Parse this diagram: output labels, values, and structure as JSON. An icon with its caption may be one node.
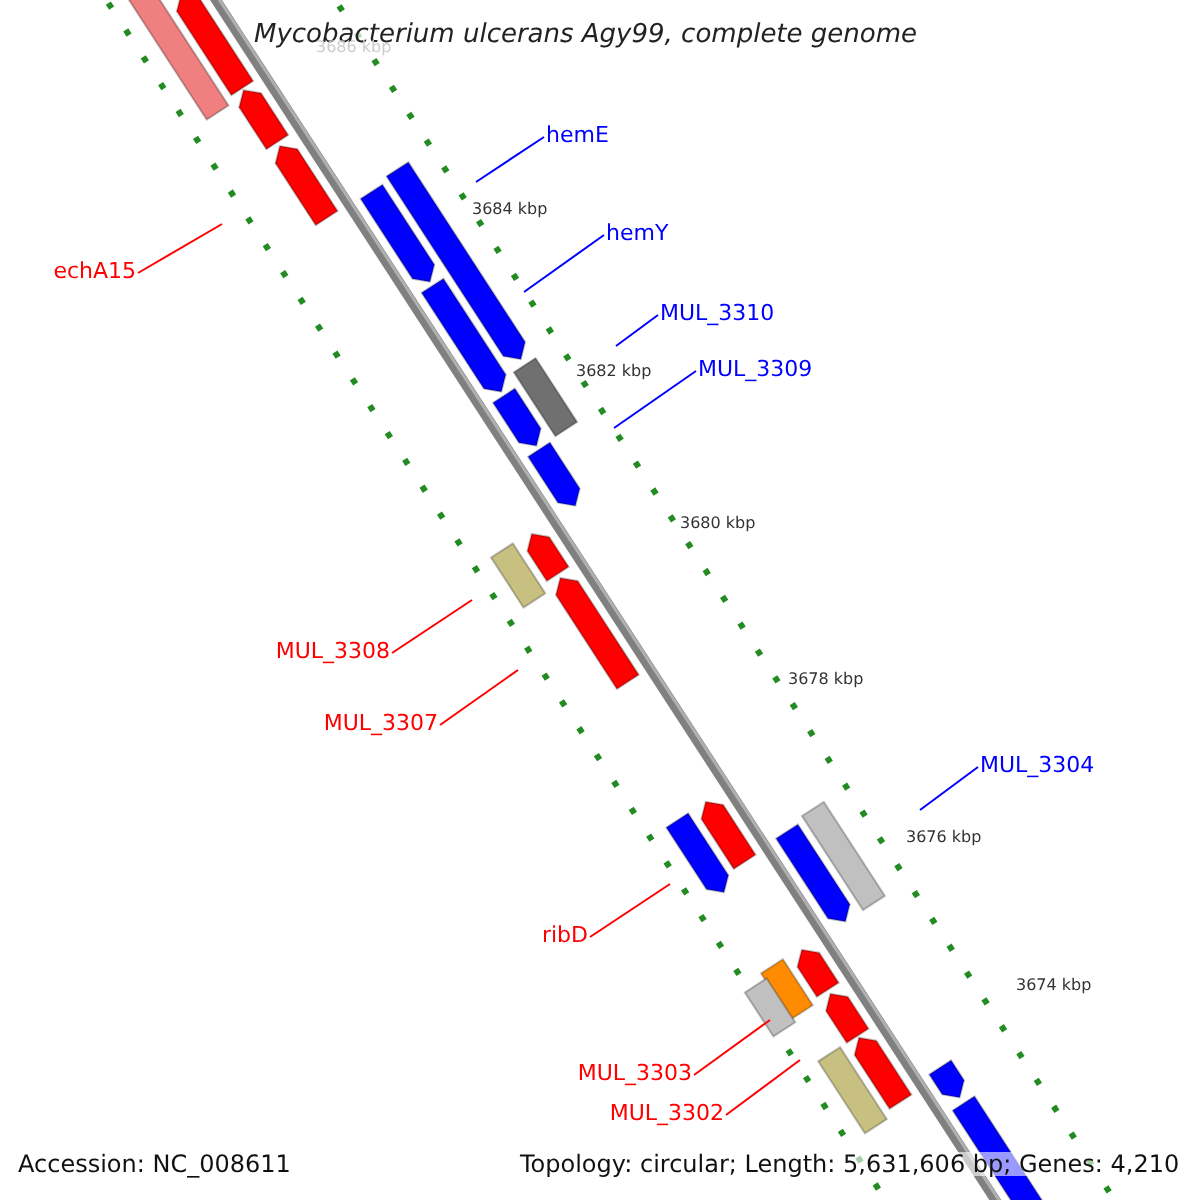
{
  "diagram": {
    "title": "Mycobacterium ulcerans Agy99, complete genome",
    "nodes": [
      {
        "text": [
          "hemE"
        ]
      },
      {
        "text": [
          "hemY"
        ]
      },
      {
        "text": [
          "echA15"
        ]
      },
      {
        "text": [
          "MUL_3310"
        ]
      },
      {
        "text": [
          "MUL_3309"
        ]
      },
      {
        "text": [
          "MUL_3308"
        ]
      },
      {
        "text": [
          "MUL_3307"
        ]
      },
      {
        "text": [
          "MUL_3304"
        ]
      },
      {
        "text": [
          "ribD"
        ]
      },
      {
        "text": [
          "MUL_3303"
        ]
      },
      {
        "text": [
          "MUL_3302"
        ]
      }
    ],
    "edges": [
      {
        "from": 0,
        "to": null,
        "arrow": "none",
        "color": "#0000ff"
      },
      {
        "from": 1,
        "to": null,
        "arrow": "none",
        "color": "#0000ff"
      },
      {
        "from": 2,
        "to": null,
        "arrow": "none"
      },
      {
        "from": 3,
        "to": null,
        "arrow": "none",
        "color": "#0000ff"
      },
      {
        "from": 4,
        "to": null,
        "arrow": "none",
        "color": "#0000ff"
      },
      {
        "from": 5,
        "to": null,
        "arrow": "none"
      },
      {
        "from": 6,
        "to": null,
        "arrow": "none"
      },
      {
        "from": 7,
        "to": null,
        "arrow": "none",
        "color": "#0000ff"
      },
      {
        "from": 8,
        "to": null,
        "arrow": "none"
      },
      {
        "from": 9,
        "to": null,
        "arrow": "none"
      },
      {
        "from": 10,
        "to": null,
        "arrow": "none"
      }
    ],
    "labels": [
      "3686 kbp",
      "3684 kbp",
      "3682 kbp",
      "3680 kbp",
      "3678 kbp",
      "3676 kbp",
      "3674 kbp",
      "Accession: NC_008611",
      "Topology: circular; Length: 5,631,606 bp; Genes: 4,210"
    ]
  }
}
